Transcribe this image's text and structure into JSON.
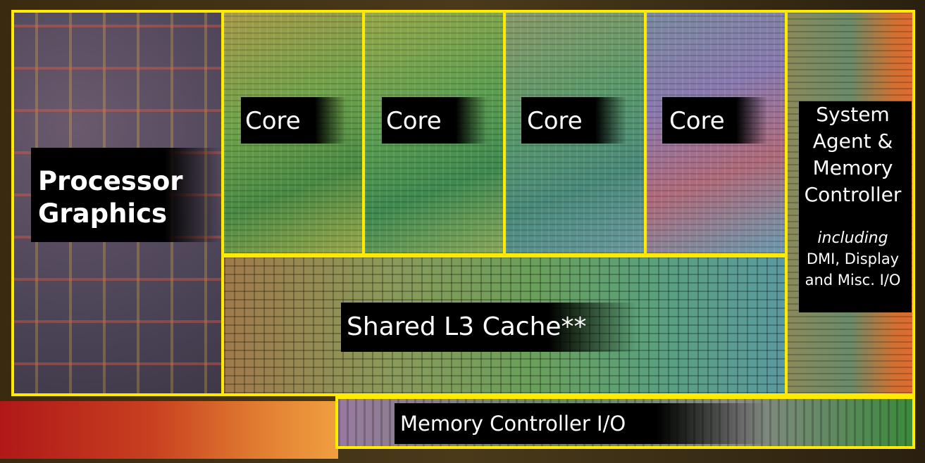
{
  "labels": {
    "processor_graphics": [
      "Processor",
      "Graphics"
    ],
    "core": "Core",
    "system_agent": [
      "System",
      "Agent &",
      "Memory",
      "Controller"
    ],
    "system_agent_including": "including",
    "system_agent_details": [
      "DMI, Display",
      "and Misc. I/O"
    ],
    "l3_cache": "Shared L3 Cache**",
    "memory_controller_io": "Memory Controller I/O"
  },
  "colors": {
    "region_border": "#ffea00",
    "label_text": "#ffffff",
    "label_background": "#000000"
  }
}
